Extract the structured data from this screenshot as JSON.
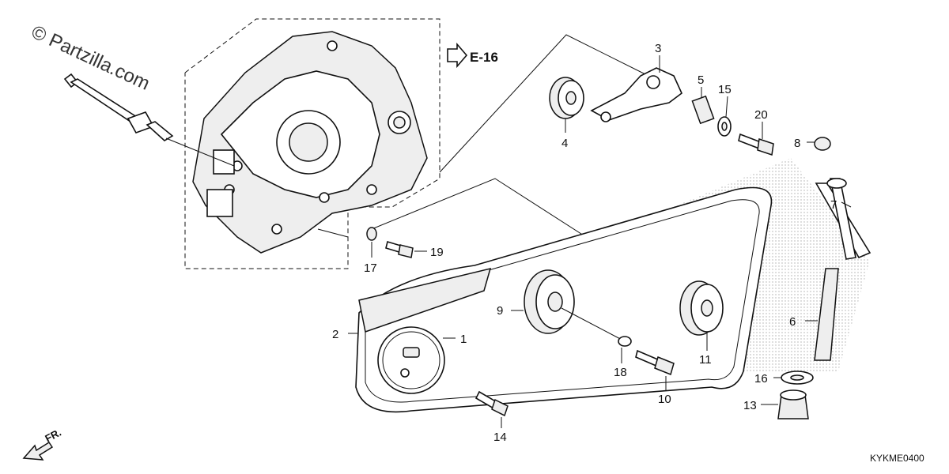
{
  "watermark": "© Partzilla.com",
  "reference": {
    "label": "E-16"
  },
  "direction": {
    "label": "FR."
  },
  "diagram_code": "KYKME0400",
  "callouts": [
    {
      "id": "1",
      "text": "1"
    },
    {
      "id": "2",
      "text": "2"
    },
    {
      "id": "3",
      "text": "3"
    },
    {
      "id": "4",
      "text": "4"
    },
    {
      "id": "5",
      "text": "5"
    },
    {
      "id": "6",
      "text": "6"
    },
    {
      "id": "7",
      "text": "7"
    },
    {
      "id": "8",
      "text": "8"
    },
    {
      "id": "9",
      "text": "9"
    },
    {
      "id": "10",
      "text": "10"
    },
    {
      "id": "11",
      "text": "11"
    },
    {
      "id": "13",
      "text": "13"
    },
    {
      "id": "14",
      "text": "14"
    },
    {
      "id": "15",
      "text": "15"
    },
    {
      "id": "16",
      "text": "16"
    },
    {
      "id": "17",
      "text": "17"
    },
    {
      "id": "18",
      "text": "18"
    },
    {
      "id": "19",
      "text": "19"
    },
    {
      "id": "20",
      "text": "20"
    }
  ]
}
